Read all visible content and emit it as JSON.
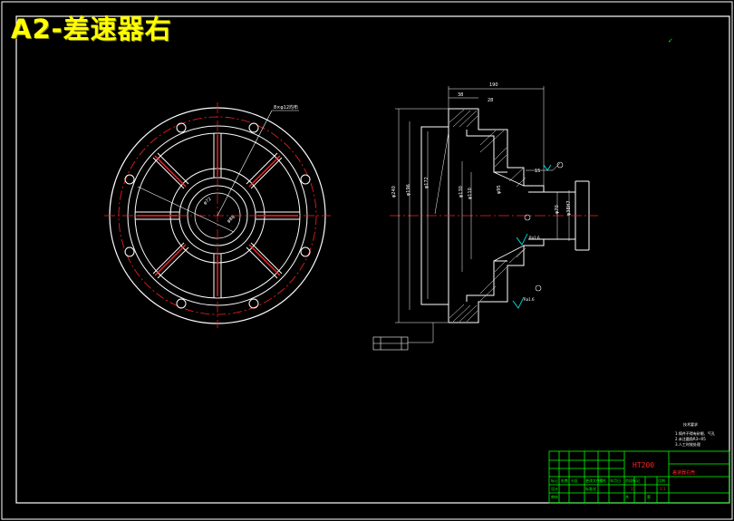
{
  "title": "A2-差速器右",
  "colors": {
    "background": "#000000",
    "line": "#ffffff",
    "centerline": "#ff2020",
    "hatch": "#ffffff",
    "title": "#ffff00",
    "titleblock": "#00ff00",
    "titleblock_text": "#00ff00",
    "material": "#ff2020",
    "dim_marker": "#00ffff"
  },
  "title_block": {
    "material": "HT200",
    "drawing_name": "差速器右壳"
  }
}
